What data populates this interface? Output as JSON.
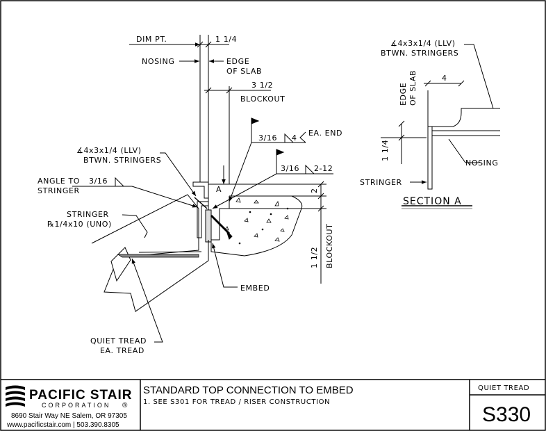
{
  "labels": {
    "dim_pt": "DIM PT.",
    "dim_1_1_4_top": "1 1/4",
    "nosing_left": "NOSING",
    "edge_of_slab_1": "EDGE",
    "edge_of_slab_2": "OF SLAB",
    "dim_3_1_2": "3 1/2",
    "blockout_top": "BLOCKOUT",
    "weld1_size": "3/16",
    "weld1_len": "4",
    "weld1_note": "EA. END",
    "angle_callout_1": "∡4x3x1/4 (LLV)",
    "angle_callout_2": "BTWN. STRINGERS",
    "weld2_size": "3/16",
    "weld2_len": "2-12",
    "angle_to_stringer_1": "ANGLE TO",
    "angle_to_stringer_2": "STRINGER",
    "weld3_size": "3/16",
    "section_mark": "A",
    "dim_2": "2",
    "stringer_1": "STRINGER",
    "stringer_2": "℞1/4x10 (UNO)",
    "dim_1_1_2": "1 1/2",
    "blockout_side": "BLOCKOUT",
    "embed": "EMBED",
    "quiet_tread_1": "QUIET TREAD",
    "quiet_tread_2": "EA. TREAD"
  },
  "section_a": {
    "angle_callout_1": "∡4x3x1/4 (LLV)",
    "angle_callout_2": "BTWN. STRINGERS",
    "edge_of_slab_1": "EDGE",
    "edge_of_slab_2": "OF SLAB",
    "dim_4": "4",
    "dim_1_1_4": "1 1/4",
    "nosing": "NOSING",
    "stringer": "STRINGER",
    "title": "SECTION A"
  },
  "title_block": {
    "company_name": "PACIFIC STAIR",
    "company_sub": "CORPORATION",
    "registered": "®",
    "address": "8690 Stair Way NE Salem, OR 97305",
    "contact": "www.pacificstair.com  |  503.390.8305",
    "drawing_title": "STANDARD TOP CONNECTION TO EMBED",
    "note": "1. SEE S301 FOR TREAD / RISER CONSTRUCTION",
    "category": "QUIET TREAD",
    "sheet_number": "S330"
  }
}
